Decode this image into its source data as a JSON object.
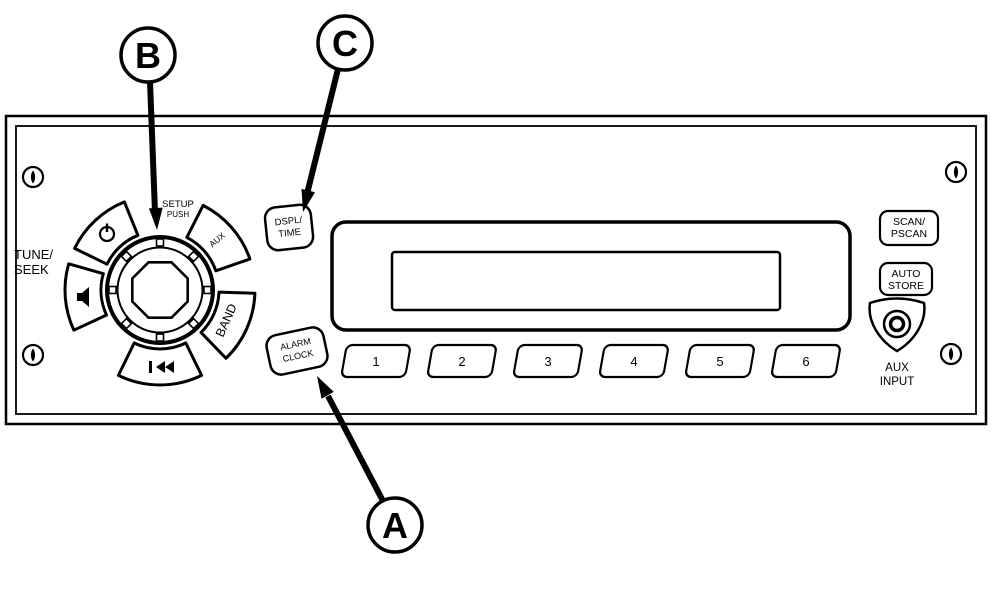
{
  "callouts": {
    "a": {
      "label": "A"
    },
    "b": {
      "label": "B"
    },
    "c": {
      "label": "C"
    }
  },
  "faceplate": {
    "tune_seek": {
      "line1": "TUNE/",
      "line2": "SEEK"
    },
    "knob": {
      "setup": "SETUP",
      "push": "PUSH"
    },
    "aux_petal": "AUX",
    "band_petal": "BAND",
    "dspl_time": {
      "line1": "DSPL/",
      "line2": "TIME"
    },
    "alarm_clock": {
      "line1": "ALARM",
      "line2": "CLOCK"
    },
    "presets": [
      "1",
      "2",
      "3",
      "4",
      "5",
      "6"
    ],
    "scan_pscan": {
      "line1": "SCAN/",
      "line2": "PSCAN"
    },
    "auto_store": {
      "line1": "AUTO",
      "line2": "STORE"
    },
    "aux_input": {
      "line1": "AUX",
      "line2": "INPUT"
    }
  }
}
